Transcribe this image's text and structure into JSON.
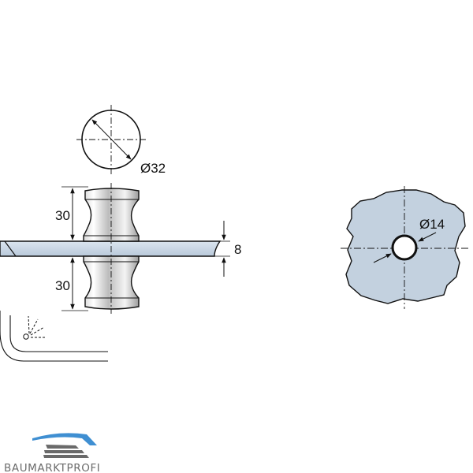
{
  "knob_diameter_label": "Ø32",
  "upper_height_label": "30",
  "lower_height_label": "30",
  "glass_thickness_label": "8",
  "hole_diameter_label": "Ø14",
  "brand": {
    "name": "BAUMARKTPROFI",
    "accent_color": "#3f8fd2",
    "dark_color": "#555555"
  },
  "colors": {
    "glass": "#c5d3e2",
    "metal_light": "#f7f7f7",
    "metal_dark": "#9a9a9a",
    "line": "#111111"
  }
}
